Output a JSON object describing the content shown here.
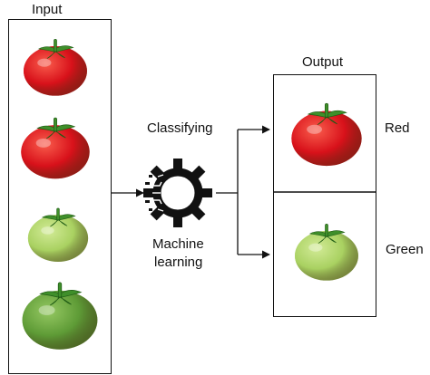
{
  "input": {
    "title": "Input"
  },
  "process": {
    "top_label": "Classifying",
    "bottom_label_line1": "Machine",
    "bottom_label_line2": "learning"
  },
  "output": {
    "title": "Output",
    "class_a": "Red",
    "class_b": "Green"
  },
  "items": {
    "input_tomatoes": [
      "red",
      "red",
      "light-green",
      "dark-green"
    ],
    "output_tomatoes": [
      "red",
      "light-green"
    ]
  },
  "colors": {
    "red_tomato": "#d8111a",
    "red_highlight": "#ff6a55",
    "green_light": "#a9d161",
    "green_dark": "#5e9b36",
    "stem": "#3f8f2a",
    "line": "#111111"
  },
  "icons": {
    "machine_learning": "circuit-gear-icon"
  }
}
